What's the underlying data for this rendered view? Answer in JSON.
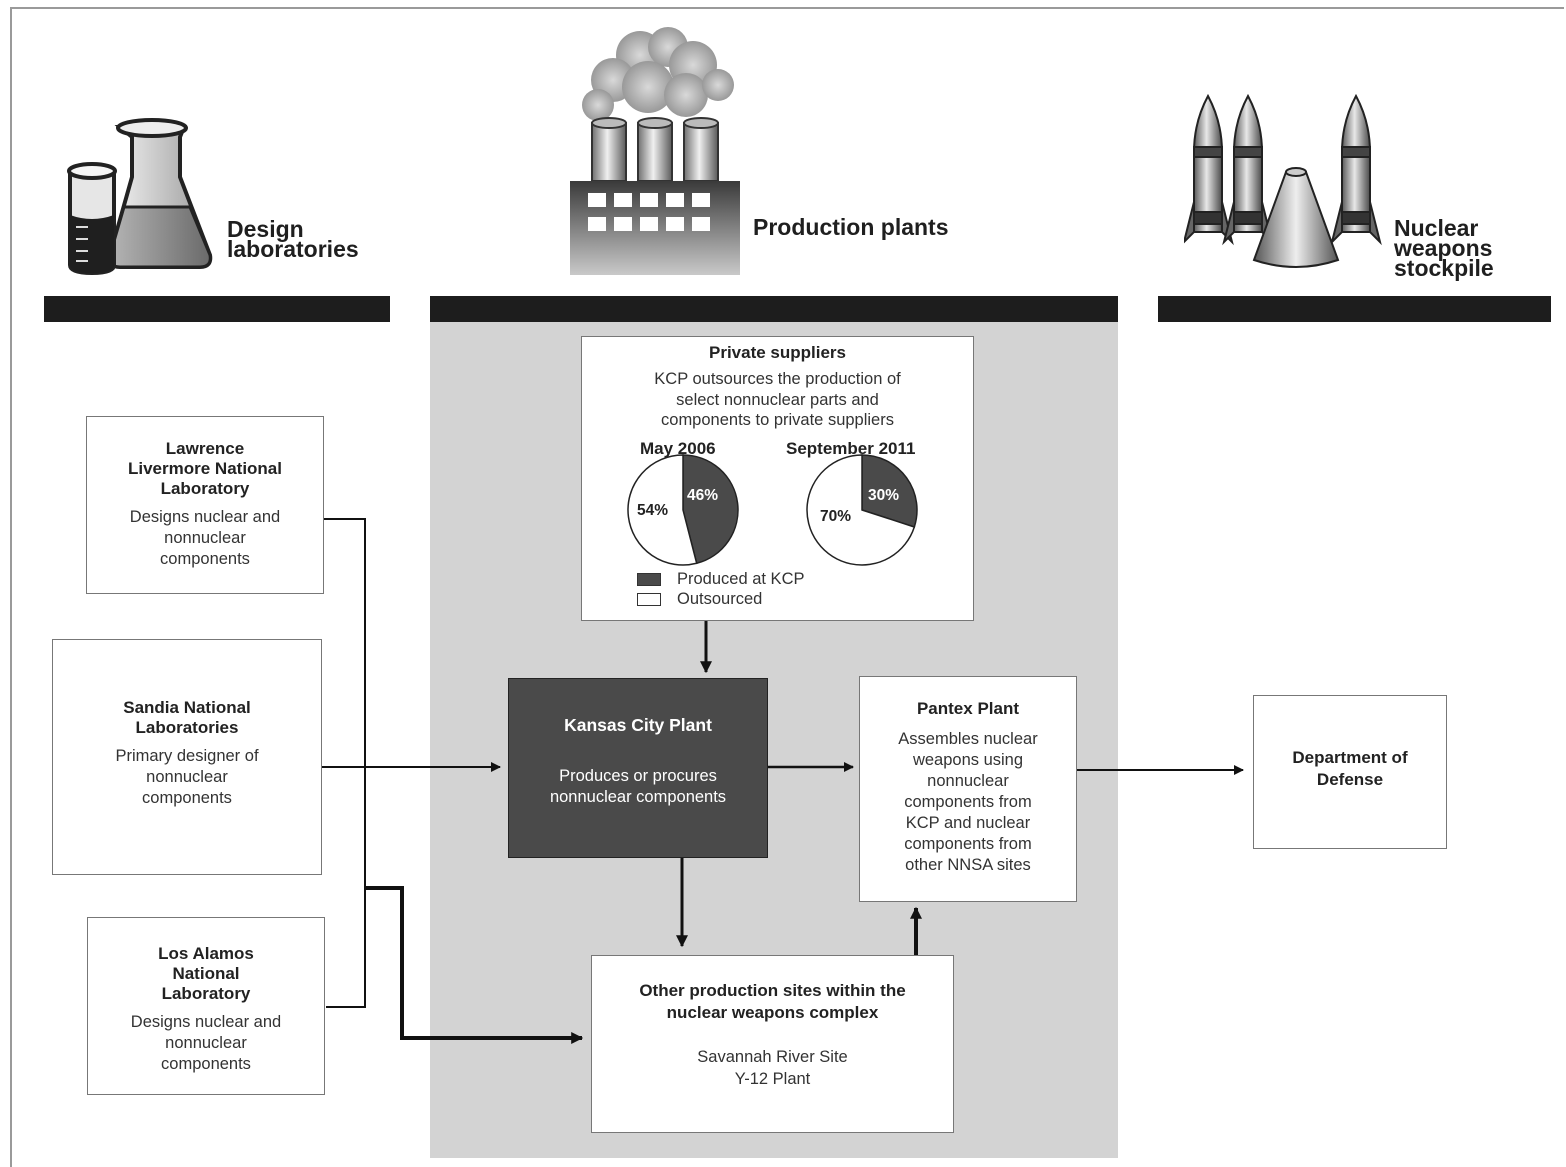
{
  "columns": {
    "design_labs": "Design\nlaboratories",
    "production_plants": "Production plants",
    "stockpile": "Nuclear\nweapons\nstockpile"
  },
  "labs": {
    "llnl": {
      "title": "Lawrence\nLivermore National\nLaboratory",
      "desc": "Designs nuclear and\nnonnuclear\ncomponents"
    },
    "sandia": {
      "title": "Sandia National\nLaboratories",
      "desc": "Primary designer of\nnonnuclear\ncomponents"
    },
    "lanl": {
      "title": "Los Alamos\nNational\nLaboratory",
      "desc": "Designs nuclear and\nnonnuclear\ncomponents"
    }
  },
  "private_suppliers": {
    "title": "Private suppliers",
    "desc": "KCP outsources the production of\nselect nonnuclear parts and\ncomponents to private suppliers",
    "legend": {
      "produced": "Produced at KCP",
      "outsourced": "Outsourced"
    }
  },
  "chart_data": [
    {
      "type": "pie",
      "title": "May 2006",
      "categories": [
        "Produced at KCP",
        "Outsourced"
      ],
      "values": [
        46,
        54
      ],
      "labels": [
        "46%",
        "54%"
      ],
      "colors": [
        "#4a4a4a",
        "#ffffff"
      ]
    },
    {
      "type": "pie",
      "title": "September 2011",
      "categories": [
        "Produced at KCP",
        "Outsourced"
      ],
      "values": [
        30,
        70
      ],
      "labels": [
        "30%",
        "70%"
      ],
      "colors": [
        "#4a4a4a",
        "#ffffff"
      ]
    }
  ],
  "kcp": {
    "title": "Kansas City Plant",
    "desc": "Produces or procures\nnonnuclear components"
  },
  "pantex": {
    "title": "Pantex Plant",
    "desc": "Assembles nuclear\nweapons using\nnonnuclear\ncomponents from\nKCP and nuclear\ncomponents from\nother NNSA sites"
  },
  "other_sites": {
    "title": "Other production sites within the\nnuclear weapons complex",
    "desc": "Savannah River Site\nY-12 Plant"
  },
  "dod": {
    "title": "Department of\nDefense"
  },
  "icons": {
    "labs": "laboratory-flasks-icon",
    "plants": "factory-smokestacks-icon",
    "stockpile": "missiles-warhead-icon"
  },
  "colors": {
    "band": "#d3d3d3",
    "kcp_fill": "#4a4a4a",
    "bar": "#1d1d1d"
  }
}
